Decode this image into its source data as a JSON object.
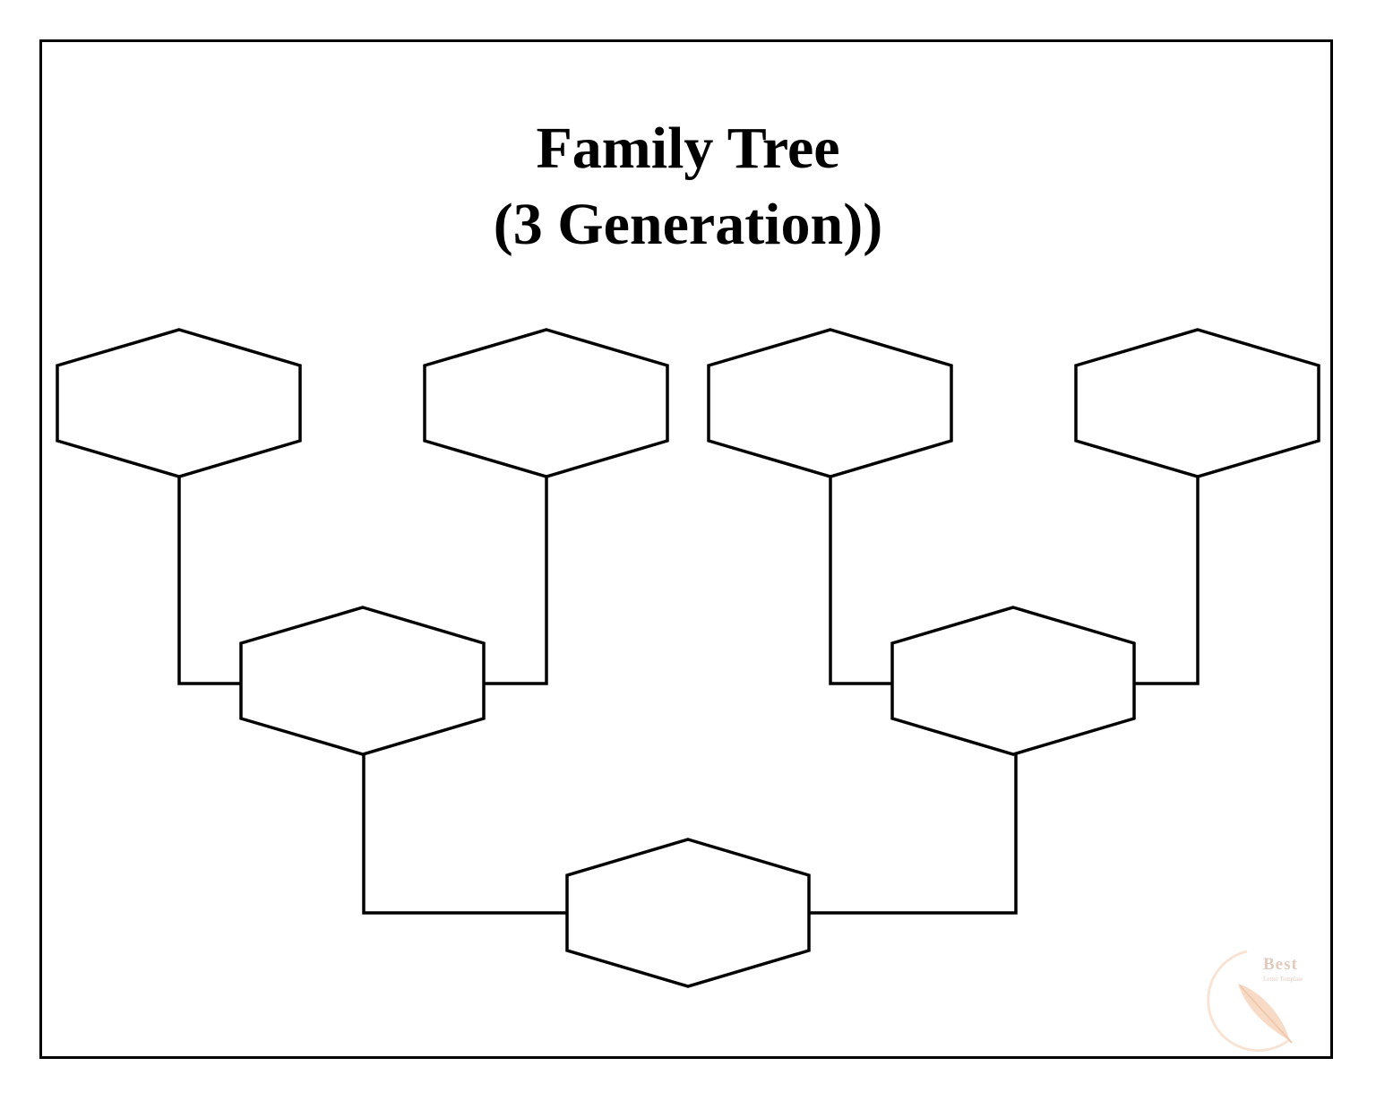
{
  "title": {
    "line1": "Family Tree",
    "line2": "(3 Generation))"
  },
  "tree": {
    "generations": 3,
    "grandparents": [
      {
        "id": "grandparent-1",
        "name": ""
      },
      {
        "id": "grandparent-2",
        "name": ""
      },
      {
        "id": "grandparent-3",
        "name": ""
      },
      {
        "id": "grandparent-4",
        "name": ""
      }
    ],
    "parents": [
      {
        "id": "parent-1",
        "name": ""
      },
      {
        "id": "parent-2",
        "name": ""
      }
    ],
    "self": {
      "id": "self",
      "name": ""
    }
  },
  "watermark": {
    "brand": "Best",
    "subtitle": "Letter Template",
    "icon": "feather-icon",
    "color": "#f3c8a8"
  },
  "colors": {
    "line": "#000000",
    "background": "#ffffff"
  }
}
